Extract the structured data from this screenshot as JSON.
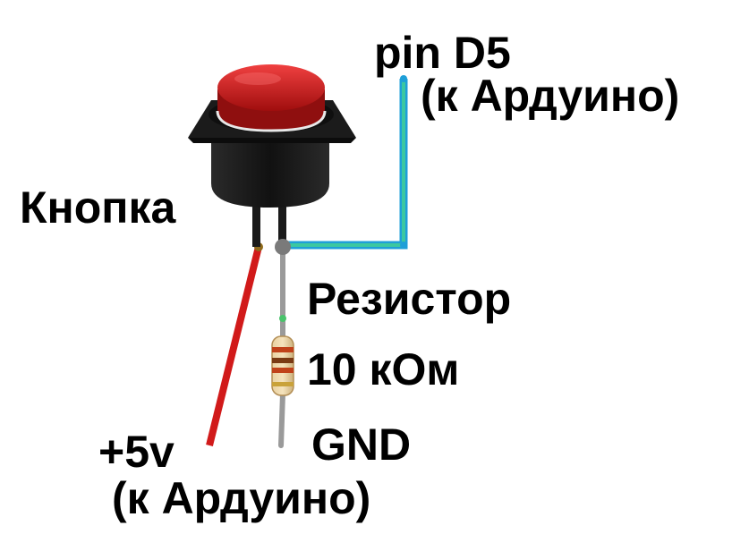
{
  "labels": {
    "pin": "pin D5",
    "pin_sub": "(к Ардуино)",
    "button": "Кнопка",
    "resistor": "Резистор",
    "resistor_value": "10 кОм",
    "gnd": "GND",
    "vcc": "+5v",
    "vcc_sub": "(к Ардуино)"
  },
  "colors": {
    "signal_wire": "#3cc8a0",
    "signal_wire_outline": "#1e9fd8",
    "power_wire": "#d11a1a",
    "ground_wire": "#9a9a9a",
    "button_cap": "#d01c1c",
    "button_body": "#1a1a1a"
  }
}
